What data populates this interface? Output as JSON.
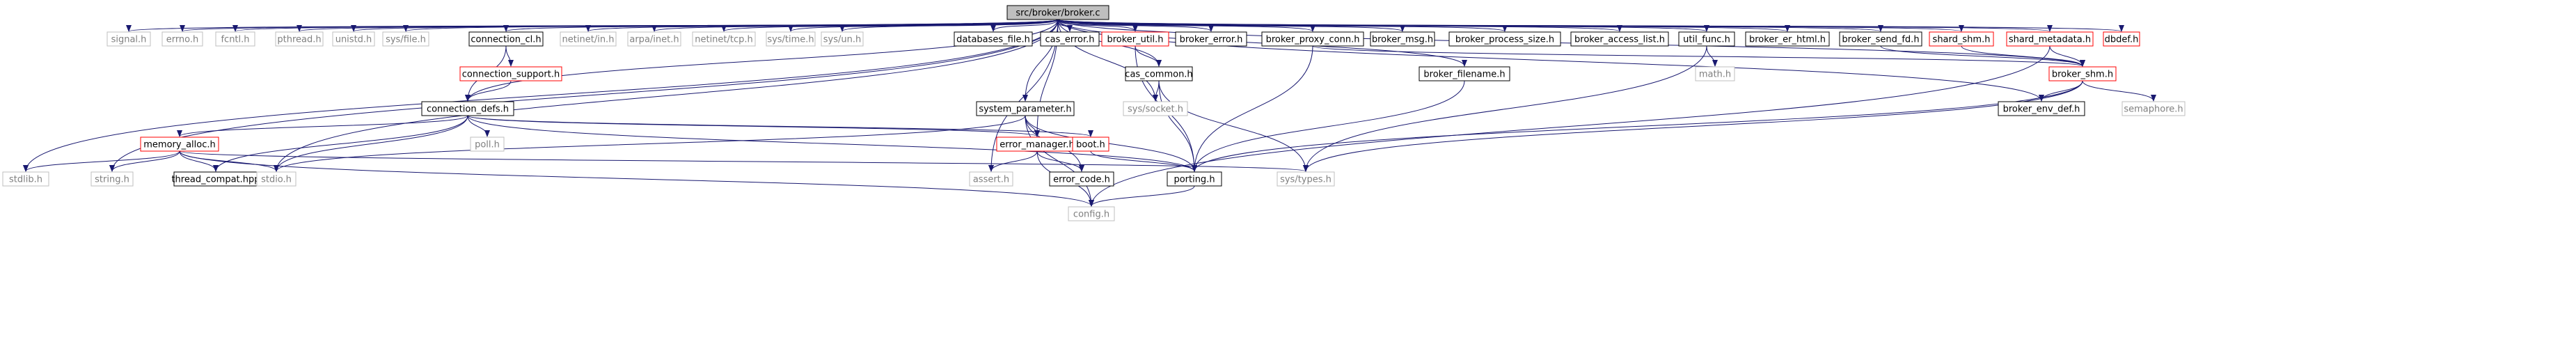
{
  "diagram": {
    "colors": {
      "edge": "#191970",
      "gray_border": "#bfbfbf",
      "gray_text": "#7f7f7f",
      "black_border": "#000000",
      "red_border": "#ff0000",
      "root_fill": "#bfbfbf",
      "text": "#000000"
    },
    "nodes": [
      {
        "id": "root",
        "label": "src/broker/broker.c",
        "style": "root"
      },
      {
        "id": "signal",
        "label": "signal.h",
        "style": "gray"
      },
      {
        "id": "errno",
        "label": "errno.h",
        "style": "gray"
      },
      {
        "id": "fcntl",
        "label": "fcntl.h",
        "style": "gray"
      },
      {
        "id": "pthread",
        "label": "pthread.h",
        "style": "gray"
      },
      {
        "id": "unistd",
        "label": "unistd.h",
        "style": "gray"
      },
      {
        "id": "sysfile",
        "label": "sys/file.h",
        "style": "gray"
      },
      {
        "id": "conncl",
        "label": "connection_cl.h",
        "style": "black"
      },
      {
        "id": "netinetin",
        "label": "netinet/in.h",
        "style": "gray"
      },
      {
        "id": "arpainet",
        "label": "arpa/inet.h",
        "style": "gray"
      },
      {
        "id": "netinettcp",
        "label": "netinet/tcp.h",
        "style": "gray"
      },
      {
        "id": "systime",
        "label": "sys/time.h",
        "style": "gray"
      },
      {
        "id": "sysun",
        "label": "sys/un.h",
        "style": "gray"
      },
      {
        "id": "dbfile",
        "label": "databases_file.h",
        "style": "black"
      },
      {
        "id": "caserror",
        "label": "cas_error.h",
        "style": "black"
      },
      {
        "id": "brokerutil",
        "label": "broker_util.h",
        "style": "red"
      },
      {
        "id": "brokererror",
        "label": "broker_error.h",
        "style": "black"
      },
      {
        "id": "brokerproxy",
        "label": "broker_proxy_conn.h",
        "style": "black"
      },
      {
        "id": "brokermsg",
        "label": "broker_msg.h",
        "style": "black"
      },
      {
        "id": "brokerprocsize",
        "label": "broker_process_size.h",
        "style": "black"
      },
      {
        "id": "brokeraccess",
        "label": "broker_access_list.h",
        "style": "black"
      },
      {
        "id": "utilfunc",
        "label": "util_func.h",
        "style": "black"
      },
      {
        "id": "brokererhtml",
        "label": "broker_er_html.h",
        "style": "black"
      },
      {
        "id": "brokersendfd",
        "label": "broker_send_fd.h",
        "style": "black"
      },
      {
        "id": "shardshm",
        "label": "shard_shm.h",
        "style": "red"
      },
      {
        "id": "shardmeta",
        "label": "shard_metadata.h",
        "style": "red"
      },
      {
        "id": "dbdef",
        "label": "dbdef.h",
        "style": "red"
      },
      {
        "id": "connsupport",
        "label": "connection_support.h",
        "style": "red"
      },
      {
        "id": "cascommon",
        "label": "cas_common.h",
        "style": "black"
      },
      {
        "id": "brokerfilename",
        "label": "broker_filename.h",
        "style": "black"
      },
      {
        "id": "math",
        "label": "math.h",
        "style": "gray"
      },
      {
        "id": "brokershm",
        "label": "broker_shm.h",
        "style": "red"
      },
      {
        "id": "conndefs",
        "label": "connection_defs.h",
        "style": "black"
      },
      {
        "id": "sysparam",
        "label": "system_parameter.h",
        "style": "black"
      },
      {
        "id": "syssocket",
        "label": "sys/socket.h",
        "style": "gray"
      },
      {
        "id": "brokerenvdef",
        "label": "broker_env_def.h",
        "style": "black"
      },
      {
        "id": "semaphore",
        "label": "semaphore.h",
        "style": "gray"
      },
      {
        "id": "poll",
        "label": "poll.h",
        "style": "gray"
      },
      {
        "id": "memalloc",
        "label": "memory_alloc.h",
        "style": "red"
      },
      {
        "id": "errmgr",
        "label": "error_manager.h",
        "style": "red"
      },
      {
        "id": "boot",
        "label": "boot.h",
        "style": "red"
      },
      {
        "id": "stdlib",
        "label": "stdlib.h",
        "style": "gray"
      },
      {
        "id": "string",
        "label": "string.h",
        "style": "gray"
      },
      {
        "id": "threadcompat",
        "label": "thread_compat.hpp",
        "style": "black"
      },
      {
        "id": "stdio",
        "label": "stdio.h",
        "style": "gray"
      },
      {
        "id": "assert",
        "label": "assert.h",
        "style": "gray"
      },
      {
        "id": "errcode",
        "label": "error_code.h",
        "style": "black"
      },
      {
        "id": "porting",
        "label": "porting.h",
        "style": "black"
      },
      {
        "id": "systypes",
        "label": "sys/types.h",
        "style": "gray"
      },
      {
        "id": "config",
        "label": "config.h",
        "style": "gray"
      }
    ],
    "edges": [
      [
        "root",
        "signal"
      ],
      [
        "root",
        "errno"
      ],
      [
        "root",
        "fcntl"
      ],
      [
        "root",
        "pthread"
      ],
      [
        "root",
        "unistd"
      ],
      [
        "root",
        "sysfile"
      ],
      [
        "root",
        "conncl"
      ],
      [
        "root",
        "netinetin"
      ],
      [
        "root",
        "arpainet"
      ],
      [
        "root",
        "netinettcp"
      ],
      [
        "root",
        "systime"
      ],
      [
        "root",
        "sysun"
      ],
      [
        "root",
        "dbfile"
      ],
      [
        "root",
        "caserror"
      ],
      [
        "root",
        "brokerutil"
      ],
      [
        "root",
        "brokererror"
      ],
      [
        "root",
        "brokerproxy"
      ],
      [
        "root",
        "brokermsg"
      ],
      [
        "root",
        "brokerprocsize"
      ],
      [
        "root",
        "brokeraccess"
      ],
      [
        "root",
        "utilfunc"
      ],
      [
        "root",
        "brokererhtml"
      ],
      [
        "root",
        "brokersendfd"
      ],
      [
        "root",
        "shardshm"
      ],
      [
        "root",
        "shardmeta"
      ],
      [
        "root",
        "dbdef"
      ],
      [
        "root",
        "cascommon"
      ],
      [
        "root",
        "brokerfilename"
      ],
      [
        "root",
        "brokershm"
      ],
      [
        "root",
        "conndefs"
      ],
      [
        "root",
        "sysparam"
      ],
      [
        "root",
        "syssocket"
      ],
      [
        "root",
        "brokerenvdef"
      ],
      [
        "root",
        "errmgr"
      ],
      [
        "root",
        "stdlib"
      ],
      [
        "root",
        "string"
      ],
      [
        "root",
        "stdio"
      ],
      [
        "root",
        "assert"
      ],
      [
        "conncl",
        "connsupport"
      ],
      [
        "conncl",
        "conndefs"
      ],
      [
        "connsupport",
        "conndefs"
      ],
      [
        "brokerutil",
        "cascommon"
      ],
      [
        "brokerutil",
        "porting"
      ],
      [
        "brokerproxy",
        "brokershm"
      ],
      [
        "brokerproxy",
        "porting"
      ],
      [
        "utilfunc",
        "math"
      ],
      [
        "utilfunc",
        "systypes"
      ],
      [
        "shardshm",
        "brokershm"
      ],
      [
        "shardmeta",
        "brokershm"
      ],
      [
        "shardmeta",
        "config"
      ],
      [
        "brokersendfd",
        "brokershm"
      ],
      [
        "cascommon",
        "syssocket"
      ],
      [
        "cascommon",
        "porting"
      ],
      [
        "cascommon",
        "systypes"
      ],
      [
        "brokerfilename",
        "porting"
      ],
      [
        "brokershm",
        "brokerenvdef"
      ],
      [
        "brokershm",
        "semaphore"
      ],
      [
        "brokershm",
        "porting"
      ],
      [
        "brokershm",
        "systypes"
      ],
      [
        "conndefs",
        "poll"
      ],
      [
        "conndefs",
        "memalloc"
      ],
      [
        "conndefs",
        "errmgr"
      ],
      [
        "conndefs",
        "threadcompat"
      ],
      [
        "conndefs",
        "stdio"
      ],
      [
        "conndefs",
        "porting"
      ],
      [
        "conndefs",
        "boot"
      ],
      [
        "sysparam",
        "errmgr"
      ],
      [
        "sysparam",
        "errcode"
      ],
      [
        "sysparam",
        "porting"
      ],
      [
        "sysparam",
        "config"
      ],
      [
        "sysparam",
        "stdio"
      ],
      [
        "memalloc",
        "stdlib"
      ],
      [
        "memalloc",
        "string"
      ],
      [
        "memalloc",
        "threadcompat"
      ],
      [
        "memalloc",
        "stdio"
      ],
      [
        "memalloc",
        "config"
      ],
      [
        "memalloc",
        "systypes"
      ],
      [
        "errmgr",
        "assert"
      ],
      [
        "errmgr",
        "errcode"
      ],
      [
        "errmgr",
        "config"
      ],
      [
        "boot",
        "porting"
      ],
      [
        "porting",
        "config"
      ]
    ]
  }
}
